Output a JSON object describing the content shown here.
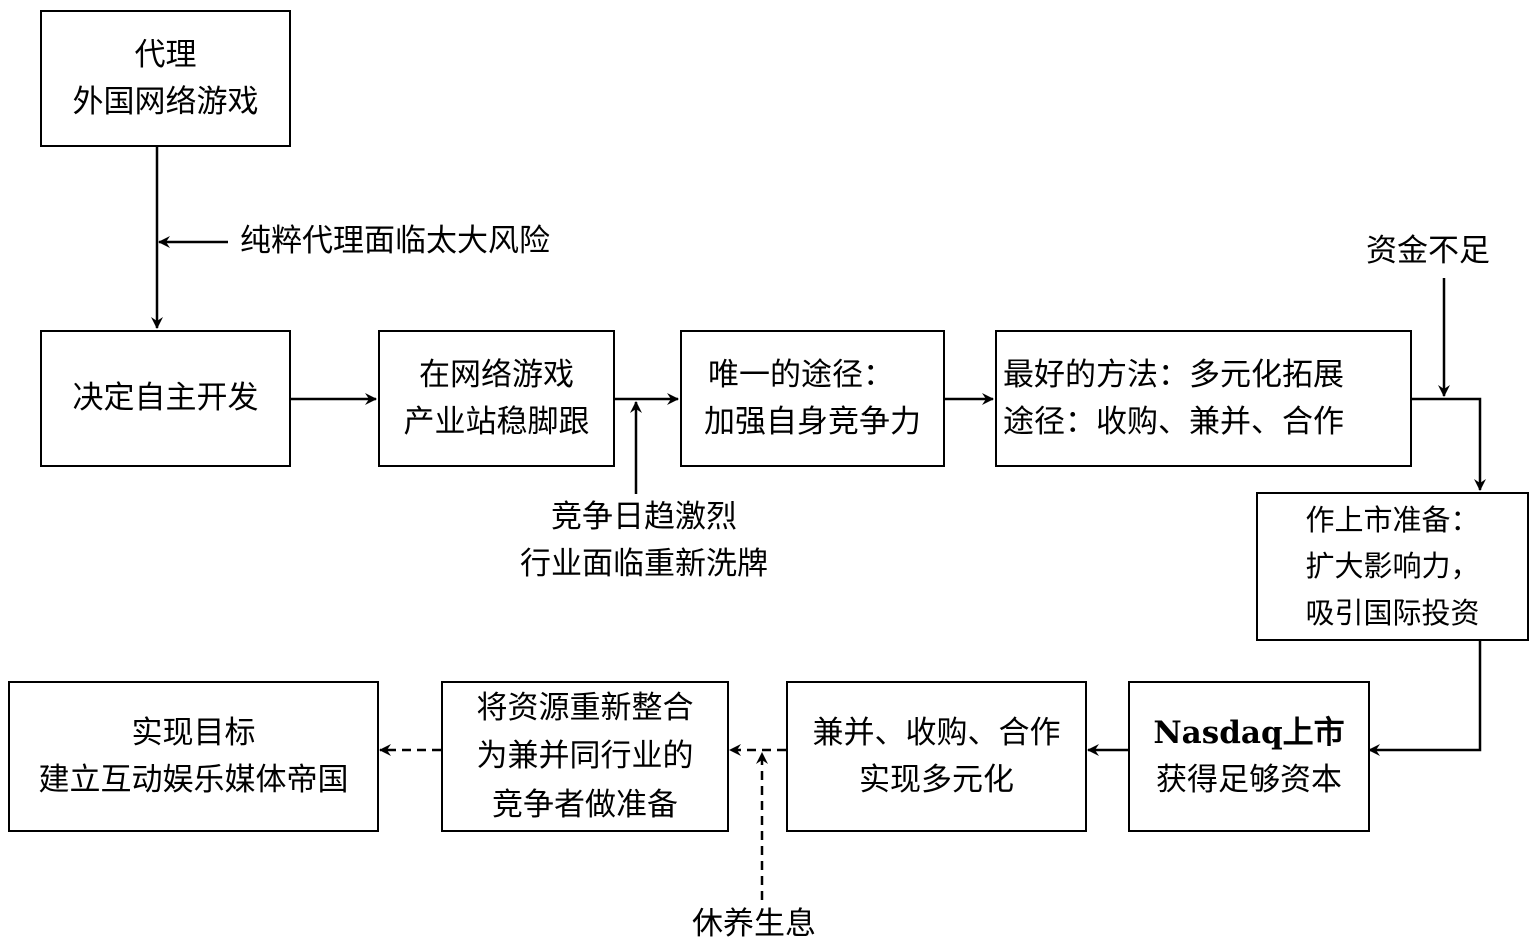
{
  "boxes": {
    "agent": [
      "代理",
      "外国网络游戏"
    ],
    "develop": [
      "决定自主开发"
    ],
    "foothold": [
      "在网络游戏",
      "产业站稳脚跟"
    ],
    "only_way": [
      "唯一的途径：",
      "加强自身竞争力"
    ],
    "best_method": [
      "最好的方法：多元化拓展",
      "途径：收购、兼并、合作"
    ],
    "ipo_prep": [
      "作上市准备：",
      "扩大影响力，",
      "吸引国际投资"
    ],
    "nasdaq": [
      "Nasdaq上市",
      "获得足够资本"
    ],
    "merge": [
      "兼并、收购、合作",
      "实现多元化"
    ],
    "integrate": [
      "将资源重新整合",
      "为兼并同行业的",
      "竞争者做准备"
    ],
    "goal": [
      "实现目标",
      "建立互动娱乐媒体帝国"
    ]
  },
  "labels": {
    "risk": "纯粹代理面临太大风险",
    "competition": [
      "竞争日趋激烈",
      "行业面临重新洗牌"
    ],
    "funds": "资金不足",
    "rest": "休养生息"
  }
}
